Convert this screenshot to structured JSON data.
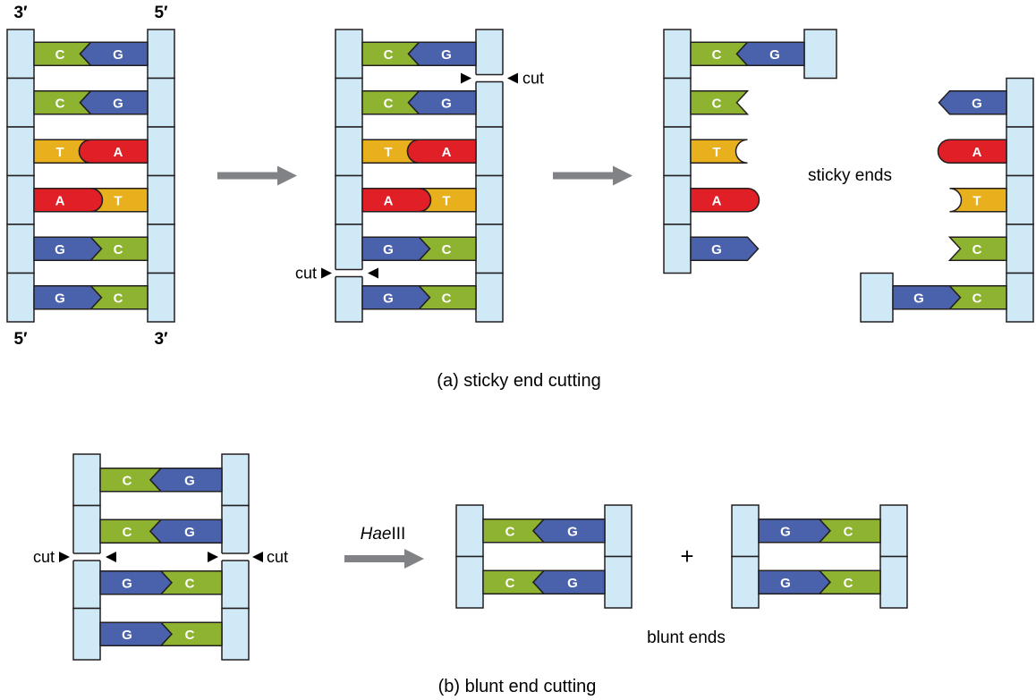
{
  "palette": {
    "backbone_fill": "#cfe9f7",
    "outline": "#231f20",
    "base_c_green": "#8db330",
    "base_g_blue": "#4a61ac",
    "base_t_yellow": "#e9b01e",
    "base_a_red": "#e01f26",
    "process_arrow_gray": "#808285",
    "cut_marker_black": "#000000"
  },
  "panel_a": {
    "caption": "(a) sticky end cutting",
    "cut_label": "cut",
    "sticky_ends_label": "sticky ends",
    "strand_ends": {
      "top_left": "3′",
      "top_right": "5′",
      "bottom_left": "5′",
      "bottom_right": "3′"
    },
    "duplex": {
      "pairs": [
        {
          "left": "C",
          "right": "G"
        },
        {
          "left": "C",
          "right": "G"
        },
        {
          "left": "T",
          "right": "A"
        },
        {
          "left": "A",
          "right": "T"
        },
        {
          "left": "G",
          "right": "C"
        },
        {
          "left": "G",
          "right": "C"
        }
      ]
    },
    "fragments": {
      "left": {
        "top_pair": {
          "left": "C",
          "right": "G"
        },
        "overhang": [
          "C",
          "T",
          "A",
          "G"
        ]
      },
      "right": {
        "overhang": [
          "G",
          "A",
          "T",
          "C"
        ],
        "bottom_pair": {
          "left": "G",
          "right": "C"
        }
      }
    }
  },
  "panel_b": {
    "caption": "(b) blunt end cutting",
    "cut_label": "cut",
    "enzyme": {
      "name_italic": "Hae",
      "name_roman": "III"
    },
    "plus_sign": "+",
    "blunt_ends_label": "blunt ends",
    "duplex": {
      "pairs": [
        {
          "left": "C",
          "right": "G"
        },
        {
          "left": "C",
          "right": "G"
        },
        {
          "left": "G",
          "right": "C"
        },
        {
          "left": "G",
          "right": "C"
        }
      ]
    },
    "fragment_1": {
      "pairs": [
        {
          "left": "C",
          "right": "G"
        },
        {
          "left": "C",
          "right": "G"
        }
      ]
    },
    "fragment_2": {
      "pairs": [
        {
          "left": "G",
          "right": "C"
        },
        {
          "left": "G",
          "right": "C"
        }
      ]
    }
  }
}
